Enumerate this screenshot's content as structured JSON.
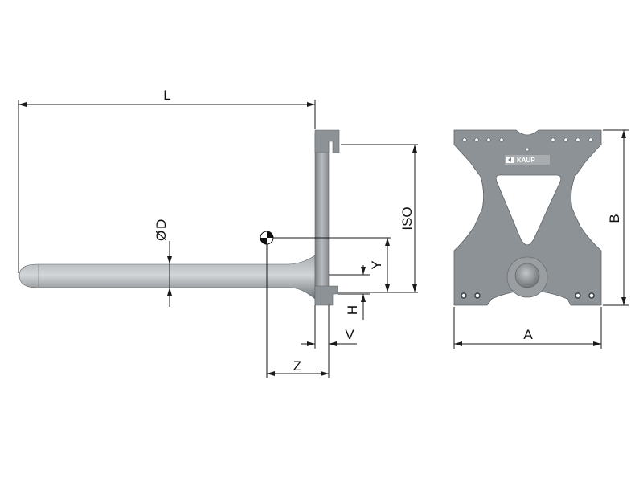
{
  "labels": {
    "L": "L",
    "D": "D",
    "diameter_symbol": "Ø",
    "ISO": "ISO",
    "Y": "Y",
    "H": "H",
    "V": "V",
    "Z": "Z",
    "A": "A",
    "B": "B"
  },
  "logo": {
    "text": "KAUP"
  },
  "colors": {
    "metal": "#8d9296",
    "metal_dark": "#6e7377",
    "metal_light": "#b4b8bb",
    "line": "#1a1a1a"
  }
}
